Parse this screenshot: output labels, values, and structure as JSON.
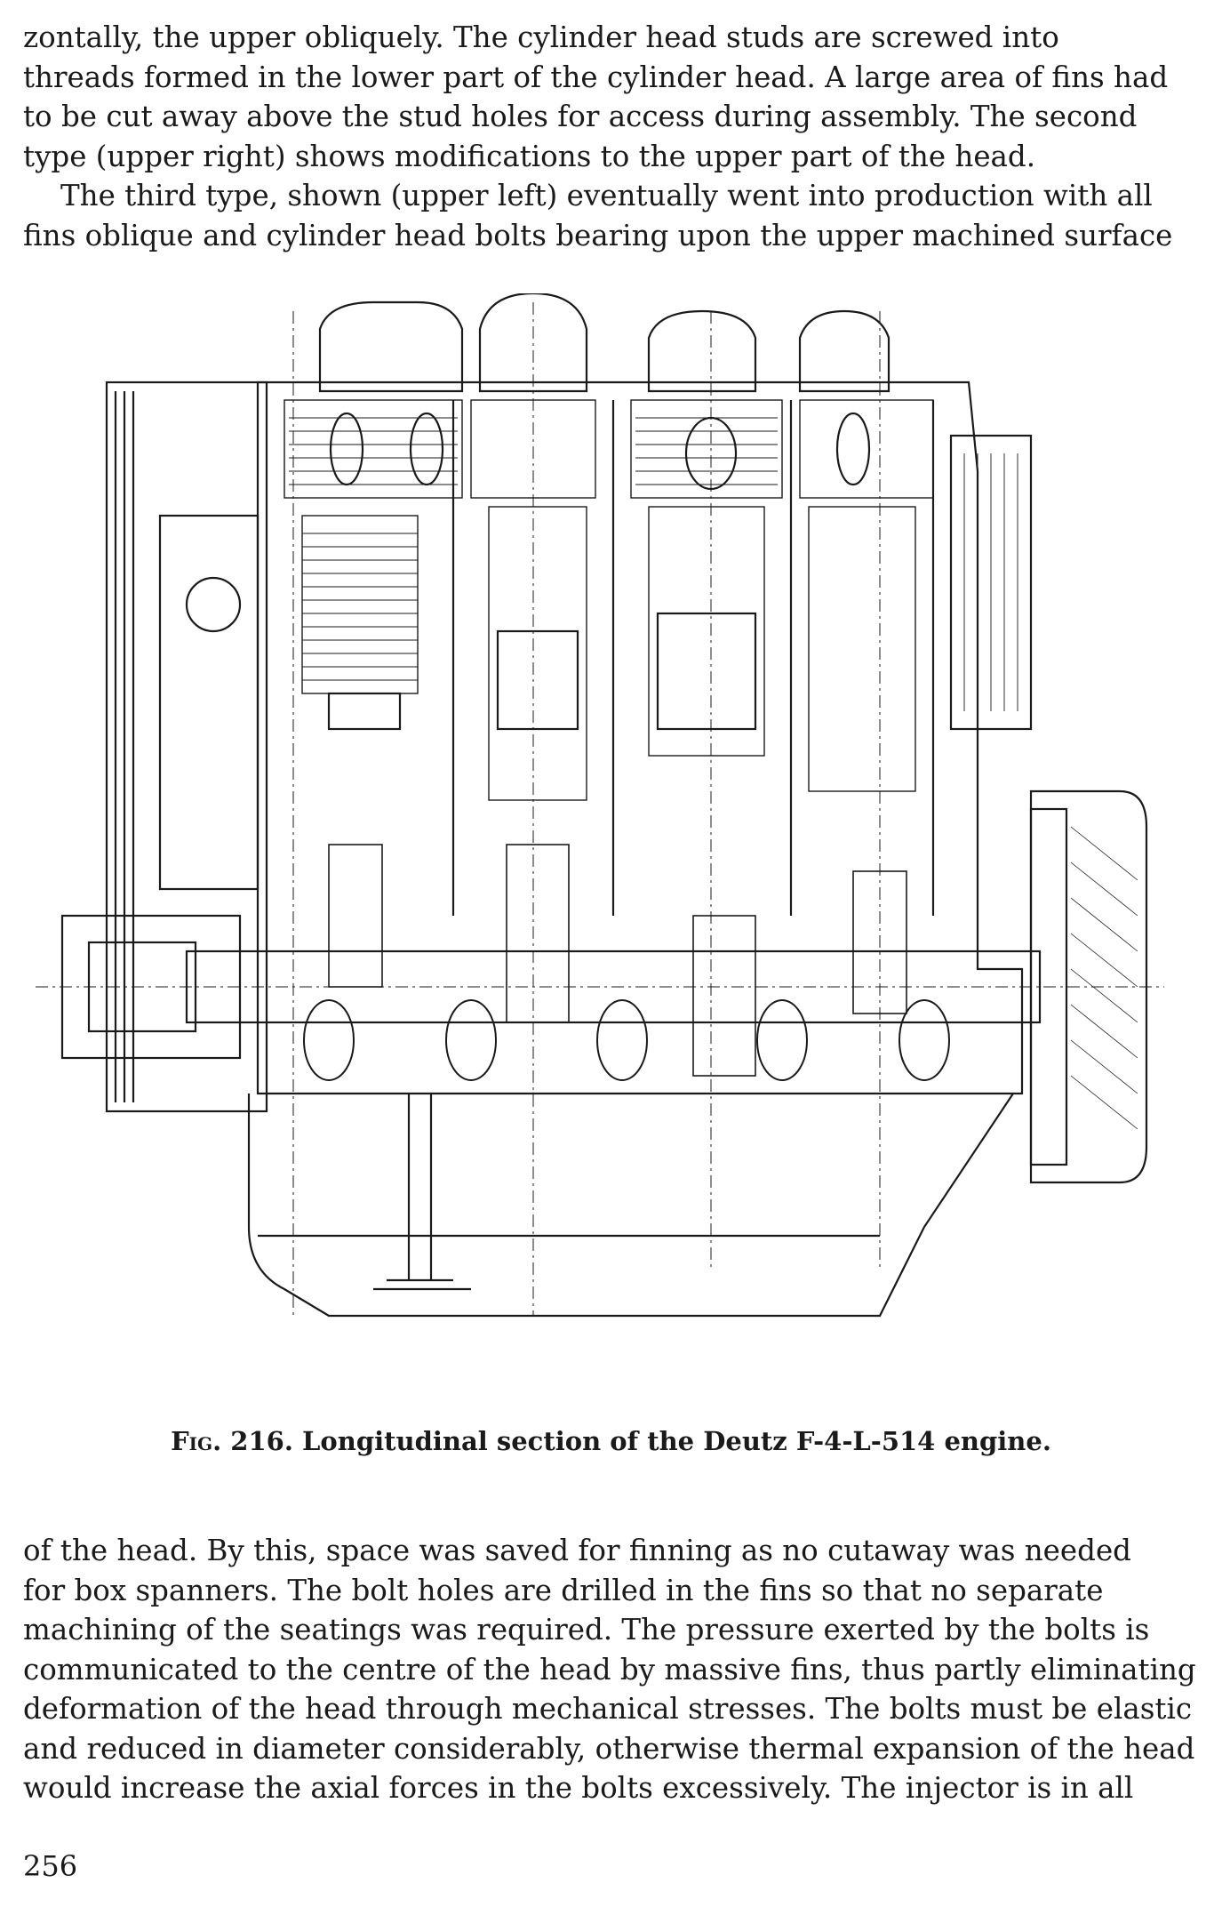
{
  "paragraph_top": [
    "zontally, the upper obliquely. The cylinder head studs are screwed into",
    "threads formed in the lower part of the cylinder head. A large area of fins had",
    "to be cut away above the stud holes for access during assembly. The second",
    "type (upper right) shows modifications to the upper part of the head.",
    "The third type, shown (upper left) eventually went into production with all",
    "fins oblique and cylinder head bolts bearing upon the upper machined surface"
  ],
  "figure": {
    "caption_label": "Fig. 216.",
    "caption_text": "Longitudinal section of the Deutz F-4-L-514 engine."
  },
  "paragraph_bottom": [
    "of the head. By this, space was saved for finning as no cutaway was needed",
    "for box spanners. The bolt holes are drilled in the fins so that no separate",
    "machining of the seatings was required. The pressure exerted by the bolts is",
    "communicated to the centre of the head by massive fins, thus partly eliminating",
    "deformation of the head through mechanical stresses. The bolts must be elastic",
    "and reduced in diameter considerably, otherwise thermal expansion of the head",
    "would increase the axial forces in the bolts excessively. The injector is in all"
  ],
  "page_number": "256"
}
